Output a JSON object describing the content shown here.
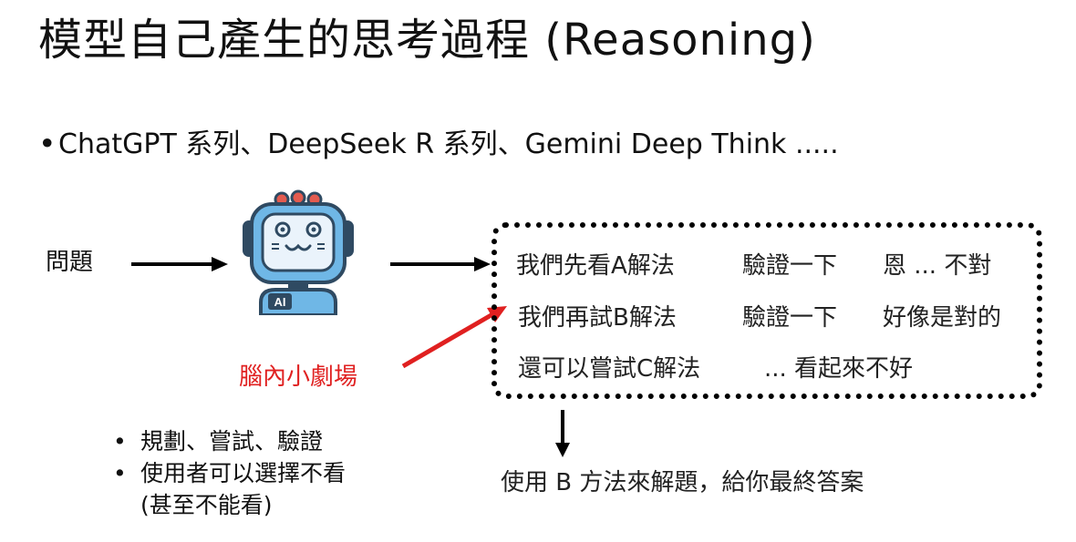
{
  "title": "模型自己產生的思考過程 (Reasoning)",
  "subtitle": {
    "bullet": "•",
    "text": "ChatGPT 系列、DeepSeek R 系列、Gemini Deep Think  ....."
  },
  "diagram": {
    "input_label": "問題",
    "robot_icon": "robot-ai-icon",
    "robot_badge": "AI",
    "reasoning_box": {
      "lines": [
        [
          "我們先看A解法",
          "驗證一下",
          "恩 ... 不對"
        ],
        [
          "我們再試B解法",
          "驗證一下",
          "好像是對的"
        ],
        [
          "還可以嘗試C解法",
          "... 看起來不好"
        ]
      ]
    },
    "brain_theater_label": "腦內小劇場",
    "final_answer": "使用 B 方法來解題，給你最終答案",
    "colors": {
      "accent": "#e02020",
      "robot_face": "#6fb7e6",
      "robot_dark": "#2f4a62"
    }
  },
  "notes": {
    "bullet": "•",
    "items": [
      "規劃、嘗試、驗證",
      "使用者可以選擇不看",
      "(甚至不能看)"
    ]
  }
}
